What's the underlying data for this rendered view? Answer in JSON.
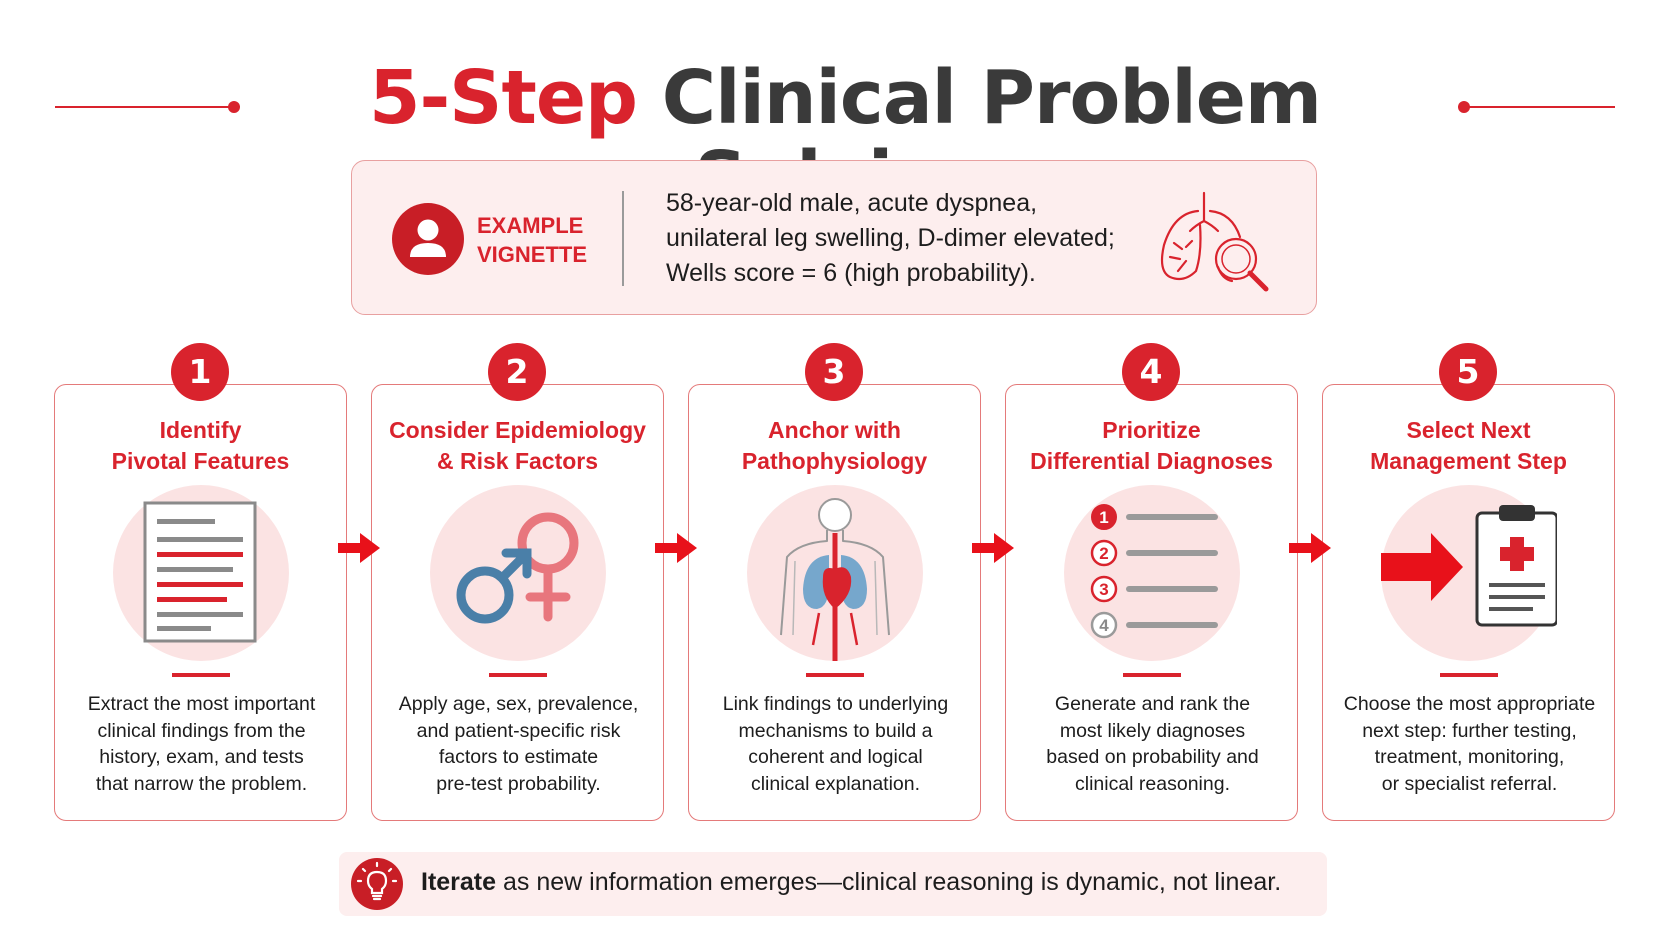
{
  "title": {
    "accent": "5-Step",
    "main": "Clinical Problem Solving"
  },
  "vignette": {
    "label_line1": "EXAMPLE",
    "label_line2": "VIGNETTE",
    "text_line1": "58-year-old male, acute dyspnea,",
    "text_line2": "unilateral leg swelling, D-dimer elevated;",
    "text_line3": "Wells score = 6 (high probability).",
    "icons": [
      "user-icon",
      "lungs-magnifier-icon"
    ]
  },
  "steps": [
    {
      "number": "1",
      "title_line1": "Identify",
      "title_line2": "Pivotal Features",
      "icon": "document-highlight-icon",
      "desc_line1": "Extract the most important",
      "desc_line2": "clinical findings from the",
      "desc_line3": "history, exam, and tests",
      "desc_line4": "that narrow the problem."
    },
    {
      "number": "2",
      "title_line1": "Consider Epidemiology",
      "title_line2": "& Risk Factors",
      "icon": "male-female-symbols-icon",
      "desc_line1": "Apply age, sex, prevalence,",
      "desc_line2": "and patient-specific risk",
      "desc_line3": "factors to estimate",
      "desc_line4": "pre-test probability."
    },
    {
      "number": "3",
      "title_line1": "Anchor with",
      "title_line2": "Pathophysiology",
      "icon": "anatomy-heart-lungs-icon",
      "desc_line1": "Link findings to underlying",
      "desc_line2": "mechanisms to build a",
      "desc_line3": "coherent and logical",
      "desc_line4": "clinical explanation."
    },
    {
      "number": "4",
      "title_line1": "Prioritize",
      "title_line2": "Differential Diagnoses",
      "icon": "ranked-list-icon",
      "list_numbers": [
        "1",
        "2",
        "3",
        "4"
      ],
      "desc_line1": "Generate and rank the",
      "desc_line2": "most likely diagnoses",
      "desc_line3": "based on probability and",
      "desc_line4": "clinical reasoning."
    },
    {
      "number": "5",
      "title_line1": "Select Next",
      "title_line2": "Management Step",
      "icon": "clipboard-arrow-icon",
      "desc_line1": "Choose the most appropriate",
      "desc_line2": "next step: further testing,",
      "desc_line3": "treatment, monitoring,",
      "desc_line4": "or specialist referral."
    }
  ],
  "footer": {
    "icon": "lightbulb-icon",
    "bold": "Iterate",
    "rest": " as new information emerges—clinical reasoning is dynamic, not linear."
  },
  "colors": {
    "accent": "#d9232d",
    "dark_text": "#3a3a3a",
    "panel_bg": "#fdeeee",
    "male_blue": "#4a7fa8",
    "female_pink": "#e8767d"
  }
}
